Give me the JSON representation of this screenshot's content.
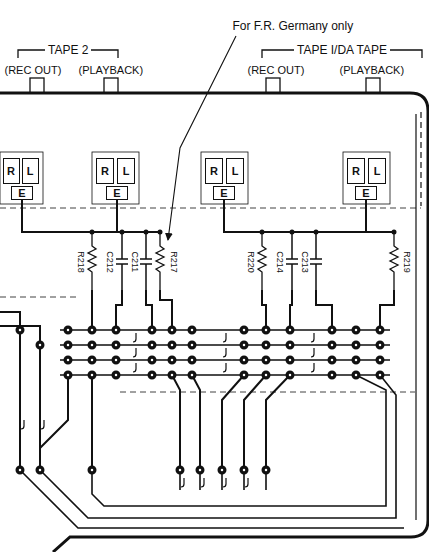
{
  "diagram": {
    "nodes": [
      {
        "text": [
          "R"
        ]
      },
      {
        "text": [
          "L"
        ]
      },
      {
        "text": [
          "R"
        ]
      },
      {
        "text": [
          "L"
        ]
      },
      {
        "text": [
          "R"
        ]
      },
      {
        "text": [
          "L"
        ]
      },
      {
        "text": [
          "R"
        ]
      },
      {
        "text": [
          "L"
        ]
      },
      {
        "text": [
          "E"
        ]
      },
      {
        "text": [
          "E"
        ]
      },
      {
        "text": [
          "E"
        ]
      },
      {
        "text": [
          "E"
        ]
      }
    ],
    "labels": [
      "For F.R. Germany only",
      "TAPE 2",
      "TAPE I/DA TAPE",
      "(REC OUT)",
      "(PLAYBACK)",
      "(REC OUT)",
      "(PLAYBACK)",
      "R218",
      "C212",
      "C211",
      "R217",
      "R220",
      "C214",
      "C213",
      "R219"
    ]
  }
}
